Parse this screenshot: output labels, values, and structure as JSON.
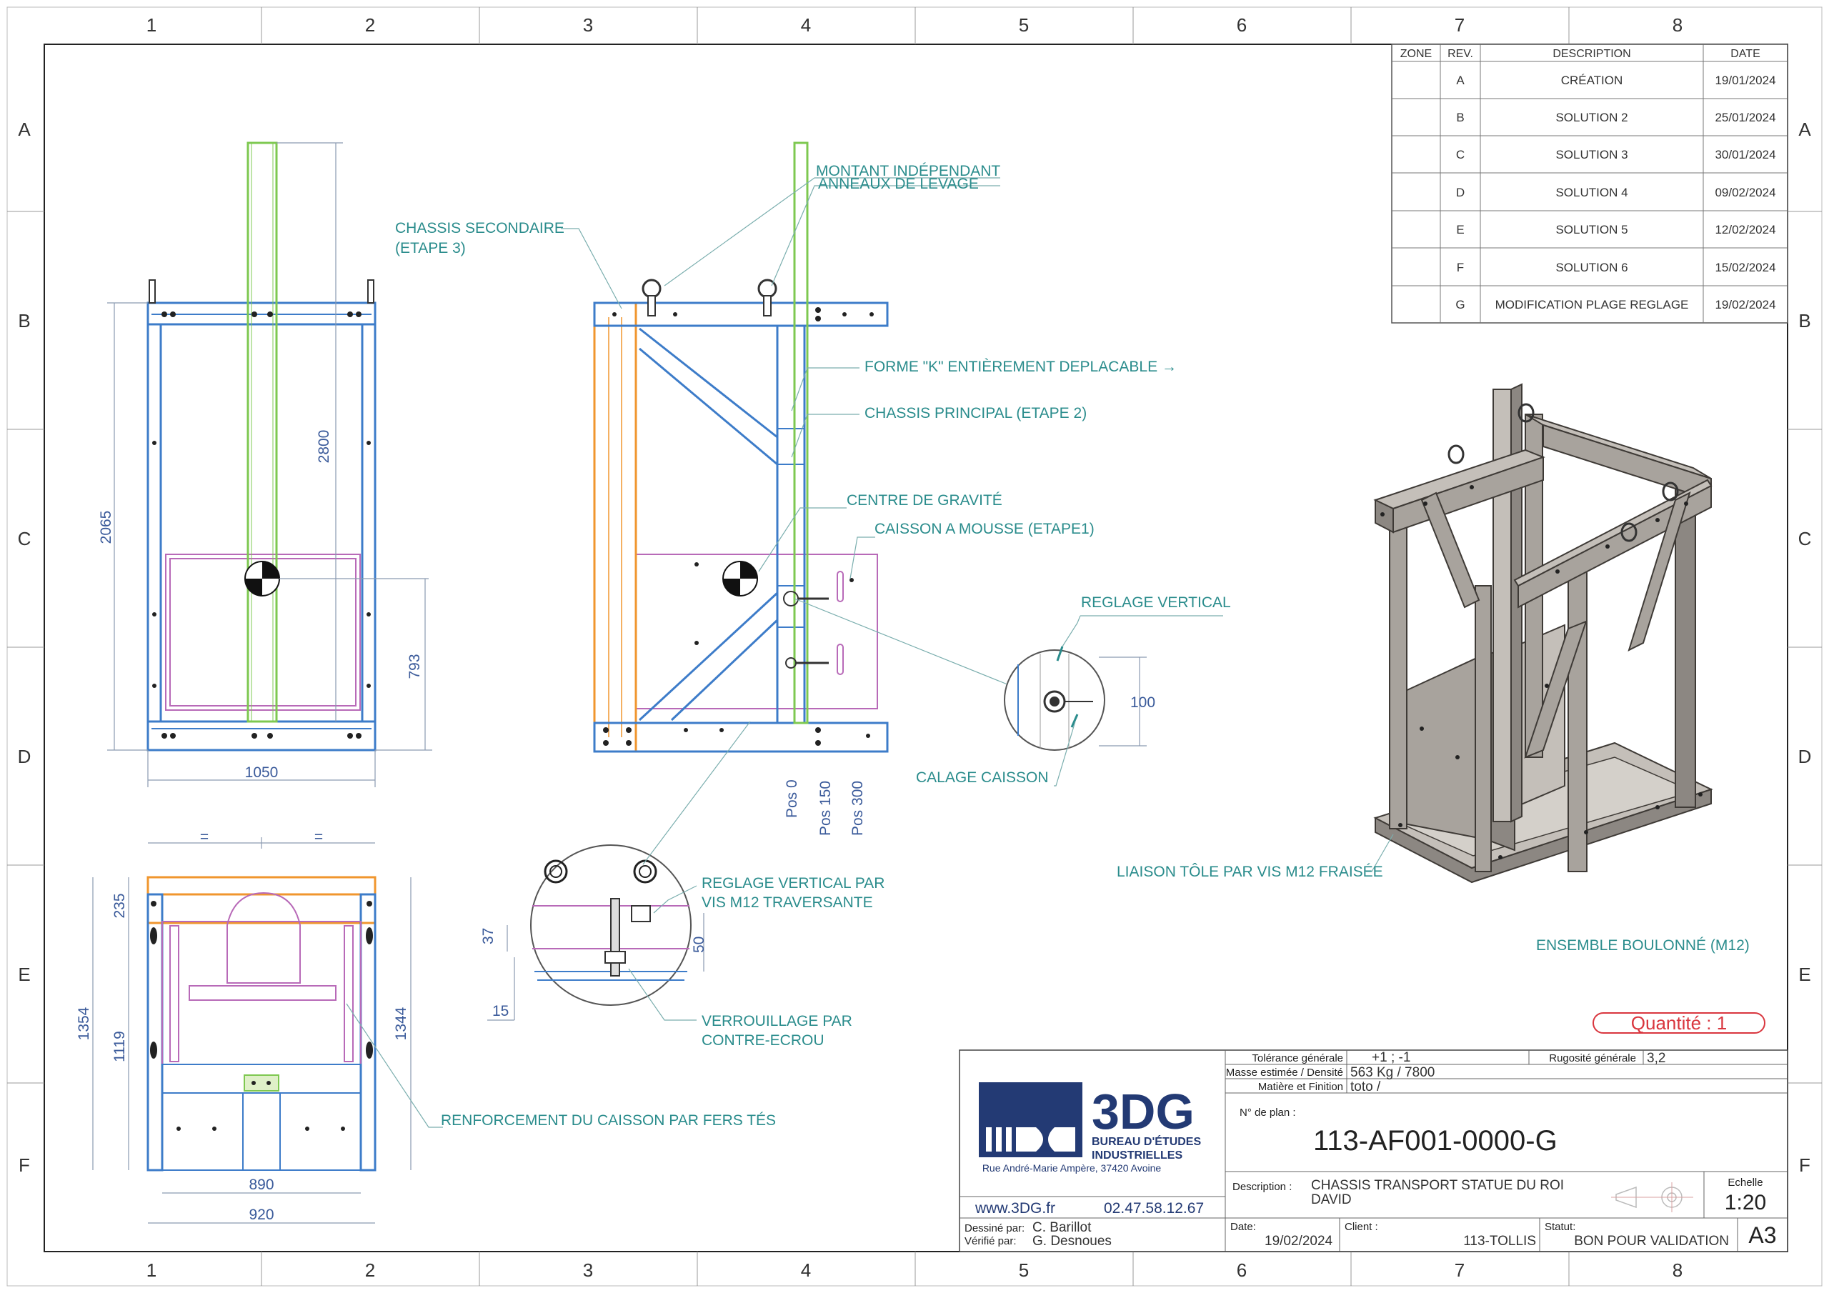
{
  "grid": {
    "columns": [
      "1",
      "2",
      "3",
      "4",
      "5",
      "6",
      "7",
      "8"
    ],
    "rows": [
      "A",
      "B",
      "C",
      "D",
      "E",
      "F"
    ]
  },
  "revisions": {
    "headers": {
      "zone": "ZONE",
      "rev": "REV.",
      "description": "DESCRIPTION",
      "date": "DATE"
    },
    "rows": [
      {
        "rev": "A",
        "description": "CRÉATION",
        "date": "19/01/2024"
      },
      {
        "rev": "B",
        "description": "SOLUTION 2",
        "date": "25/01/2024"
      },
      {
        "rev": "C",
        "description": "SOLUTION 3",
        "date": "30/01/2024"
      },
      {
        "rev": "D",
        "description": "SOLUTION 4",
        "date": "09/02/2024"
      },
      {
        "rev": "E",
        "description": "SOLUTION 5",
        "date": "12/02/2024"
      },
      {
        "rev": "F",
        "description": "SOLUTION 6",
        "date": "15/02/2024"
      },
      {
        "rev": "G",
        "description": "MODIFICATION PLAGE REGLAGE",
        "date": "19/02/2024"
      }
    ]
  },
  "front_view": {
    "dims": {
      "height_total": "2065",
      "height_upright": "2800",
      "cg_height": "793",
      "width": "1050"
    }
  },
  "side_view": {
    "labels": {
      "secondary_1": "CHASSIS SECONDAIRE",
      "secondary_2": "(ETAPE 3)",
      "upright_1": "MONTANT INDÉPENDANT",
      "upright_2": "ANNEAUX DE LEVAGE",
      "k_form": "FORME \"K\" ENTIÈREMENT DEPLACABLE →",
      "main": "CHASSIS PRINCIPAL (ETAPE 2)",
      "cog": "CENTRE DE GRAVITÉ",
      "box": "CAISSON A MOUSSE (ETAPE1)"
    },
    "positions": [
      "Pos 0",
      "Pos 150",
      "Pos 300"
    ]
  },
  "detail_vertical": {
    "labels": {
      "reglage": "REGLAGE VERTICAL",
      "calage": "CALAGE CAISSON"
    },
    "dim": "100"
  },
  "detail_screw": {
    "labels": {
      "reglage_1": "REGLAGE VERTICAL PAR",
      "reglage_2": "VIS M12 TRAVERSANTE",
      "lock_1": "VERROUILLAGE PAR",
      "lock_2": "CONTRE-ECROU"
    },
    "dims": {
      "d37": "37",
      "d50": "50",
      "d15": "15"
    }
  },
  "bottom_view": {
    "dims": {
      "eq": "=",
      "h235": "235",
      "h1354": "1354",
      "h1119": "1119",
      "h1344": "1344",
      "w890": "890",
      "w920": "920"
    },
    "label": "RENFORCEMENT DU CAISSON PAR FERS TÉS"
  },
  "iso_view": {
    "label_plate": "LIAISON TÔLE PAR VIS M12 FRAISÉE",
    "label_assembly": "ENSEMBLE BOULONNÉ (M12)"
  },
  "quantity": "Quantité : 1",
  "title_block": {
    "logo_text": "3DG",
    "company_1": "BUREAU D'ÉTUDES",
    "company_2": "INDUSTRIELLES",
    "address": "Rue André-Marie Ampère, 37420 Avoine",
    "website": "www.3DG.fr",
    "phone": "02.47.58.12.67",
    "tolerance_label": "Tolérance générale",
    "tolerance": "+1 ; -1",
    "roughness_label": "Rugosité générale",
    "roughness": "3,2",
    "mass_label": "Masse estimée / Densité",
    "mass": "563 Kg / 7800",
    "material_label": "Matière et Finition",
    "material": "toto  /",
    "plan_label": "N° de plan :",
    "plan_number": "113-AF001-0000-G",
    "description_label": "Description :",
    "description_1": "CHASSIS TRANSPORT STATUE DU ROI",
    "description_2": "DAVID",
    "scale_label": "Echelle",
    "scale": "1:20",
    "drawn_label": "Dessiné par:",
    "drawn_by": "C. Barillot",
    "checked_label": "Vérifié par:",
    "checked_by": "G. Desnoues",
    "date_label": "Date:",
    "date": "19/02/2024",
    "client_label": "Client :",
    "client": "113-TOLLIS",
    "status_label": "Statut:",
    "status": "BON POUR VALIDATION",
    "format": "A3"
  }
}
